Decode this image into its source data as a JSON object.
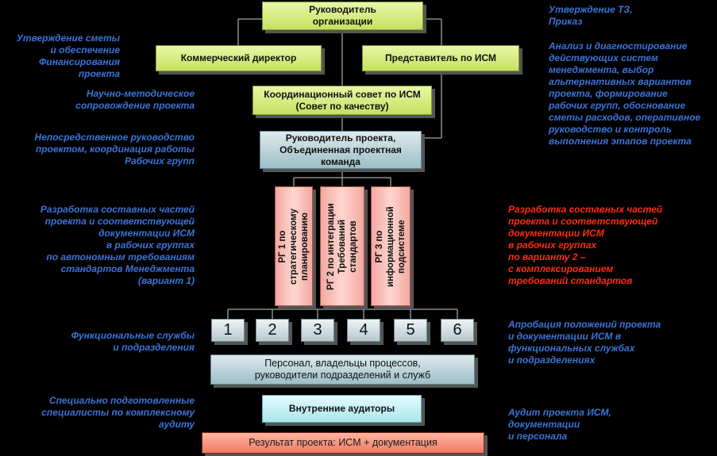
{
  "boxes": {
    "head": "Руководитель\nорганизации",
    "commercial": "Коммерческий директор",
    "representative": "Представитель по ИСМ",
    "council": "Координационный совет по ИСМ\n(Совет по качеству)",
    "project_lead": "Руководитель проекта,\nОбъединенная проектная\nкоманда",
    "personnel": "Персонал, владельцы процессов,\nруководители подразделений и служб",
    "auditors": "Внутренние аудиторы",
    "result": "Результат проекта: ИСМ + документация"
  },
  "groups": [
    "РГ 1 по\nстратегическому\nпланированию",
    "РГ 2 по интеграции\nТребований\nстандартов",
    "РГ 3 по\nинформационной\nподсистеме"
  ],
  "units": [
    "1",
    "2",
    "3",
    "4",
    "5",
    "6"
  ],
  "notes_left": [
    "Утверждение сметы\nи обеспечение\nФинансирования\nпроекта",
    "Научно-методическое\nсопровождение проекта",
    "Непосредственное руководство\nпроектом, координация работы\nРабочих групп",
    "Разработка составных частей\nпроекта и соответствующей\nдокументации  ИСМ\nв рабочих группах\nпо автономным требованиям\nстандартов Менеджмента\n(вариант 1)",
    "Функциональные службы\nи подразделения",
    "Специально подготовленные\nспециалисты по комплексному\nаудиту"
  ],
  "notes_right": [
    "Утверждение ТЗ,\nПриказ",
    "Анализ и диагностирование\nдействующих систем\nменеджмента, выбор\n альтернативных вариантов\nпроекта, формирование\nрабочих групп, обоснование\nсметы расходов, оперативное\nруководство и контроль\nвыполнения этапов проекта",
    "Разработка составных частей\nпроекта и соответствующей\nдокументации  ИСМ\nв рабочих группах\nпо варианту 2 –\nс комплексированием\nтребований стандартов",
    "Апробация положений проекта\nи документации ИСМ в\nфункциональных службах\nи подразделениях",
    "Аудит проекта ИСМ,\nдокументации\nи персонала"
  ],
  "colors": {
    "background": "#000000",
    "note_blue": "#3c73d6",
    "note_red": "#ff2b10",
    "connector": "#8c8c8c"
  }
}
